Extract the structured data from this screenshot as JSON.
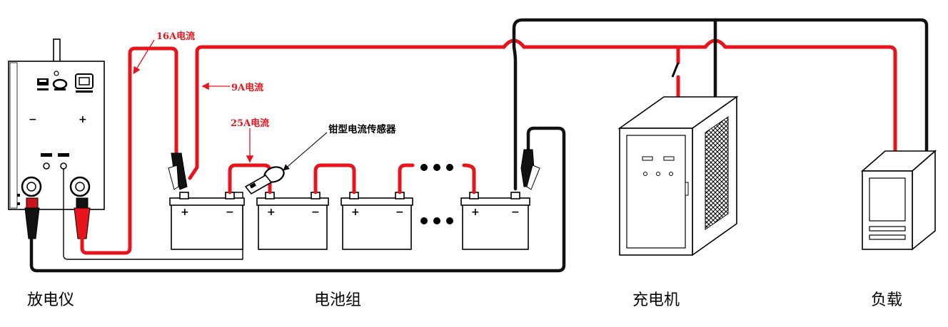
{
  "colors": {
    "positive_wire": "#e8141c",
    "negative_wire": "#111111"
  },
  "labels": {
    "current_16a": "16A电流",
    "current_9a": "9A电流",
    "current_25a": "25A电流",
    "clamp_sensor": "钳型电流传感器"
  },
  "captions": {
    "discharger": "放电仪",
    "battery_pack": "电池组",
    "charger": "充电机",
    "load": "负载"
  },
  "terminals": {
    "plus": "+",
    "minus": "−"
  }
}
